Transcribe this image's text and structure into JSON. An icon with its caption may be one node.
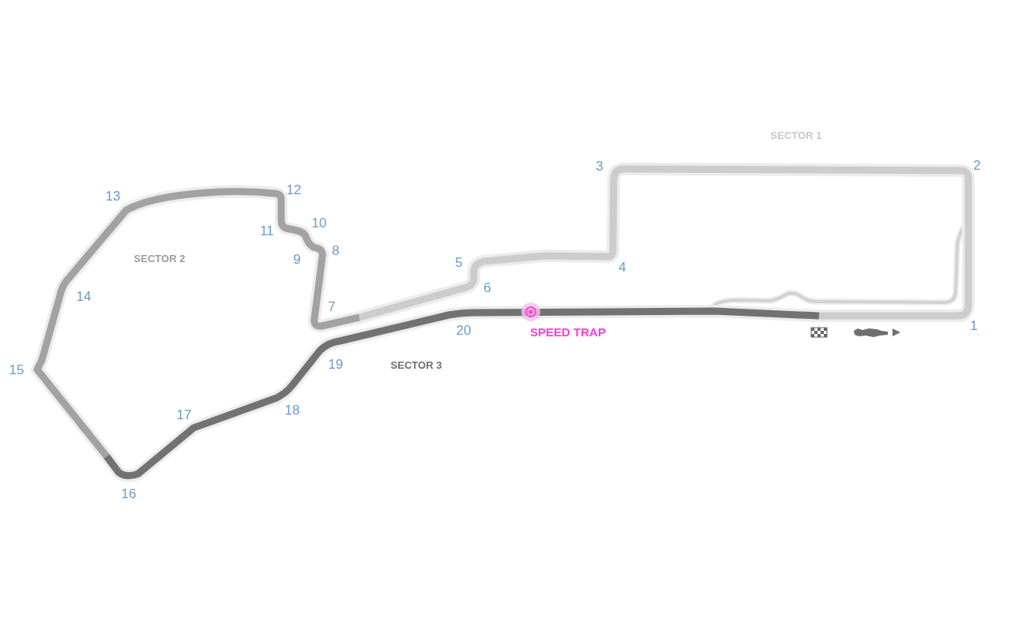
{
  "diagram": {
    "labels": [
      "SECTOR 1",
      "3",
      "2",
      "12",
      "13",
      "10",
      "11",
      "8",
      "SECTOR 2",
      "9",
      "5",
      "4",
      "6",
      "14",
      "7",
      "1",
      "20",
      "SPEED TRAP",
      "SECTOR 3",
      "19",
      "15",
      "18",
      "17",
      "16"
    ]
  }
}
